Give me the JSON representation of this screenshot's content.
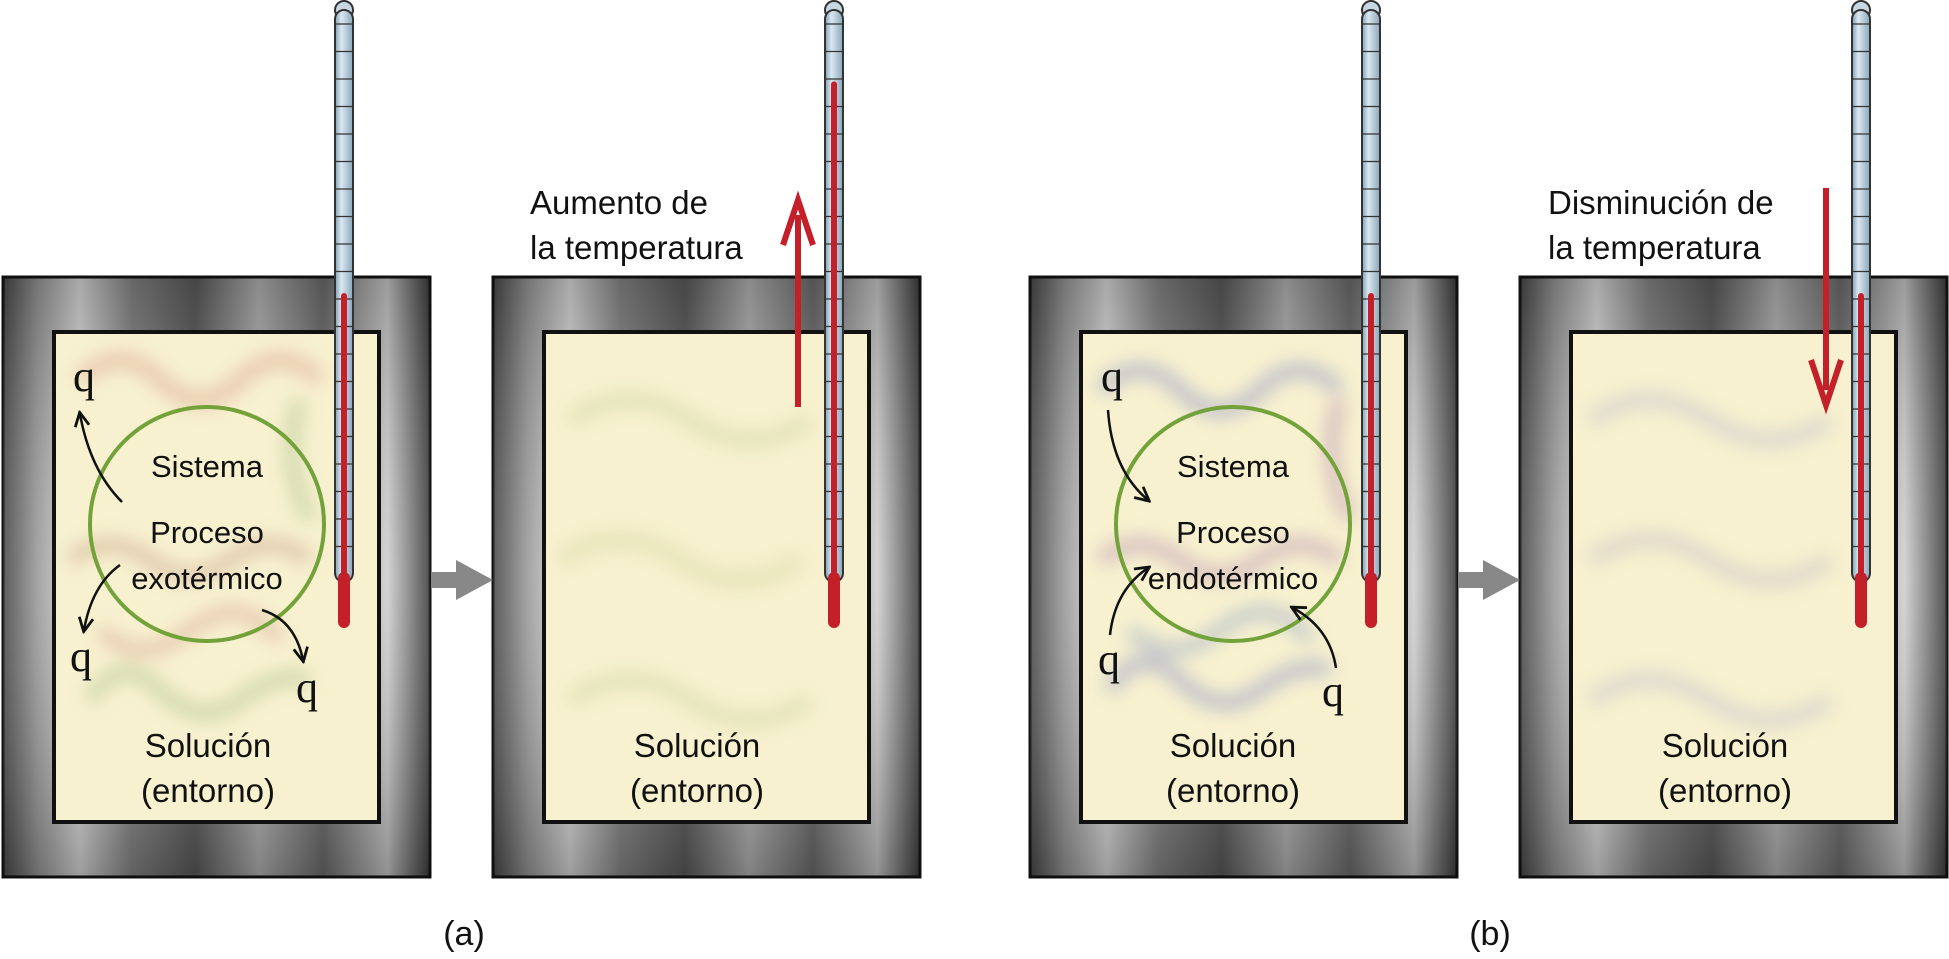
{
  "panels": [
    {
      "system_label": "Sistema",
      "process_label_1": "Proceso",
      "process_label_2": "exotérmico",
      "solution_label_1": "Solución",
      "solution_label_2": "(entorno)",
      "heat_symbol": "q"
    },
    {
      "annotation_line_1": "Aumento de",
      "annotation_line_2": "la temperatura",
      "solution_label_1": "Solución",
      "solution_label_2": "(entorno)"
    },
    {
      "system_label": "Sistema",
      "process_label_1": "Proceso",
      "process_label_2": "endotérmico",
      "solution_label_1": "Solución",
      "solution_label_2": "(entorno)",
      "heat_symbol": "q"
    },
    {
      "annotation_line_1": "Disminución de",
      "annotation_line_2": "la temperatura",
      "solution_label_1": "Solución",
      "solution_label_2": "(entorno)"
    }
  ],
  "captions": [
    "(a)",
    "(b)"
  ],
  "colors": {
    "frame_dark": "#3a3a3a",
    "frame_light": "#d8d8d8",
    "solution": "#f7f1cf",
    "circle": "#74a23a",
    "mercury": "#c4202a",
    "thermometer_glass": "#b9d0de",
    "transition_arrow": "#888888"
  },
  "thermometer_levels": {
    "before": 0.5,
    "after_increase": 0.87,
    "after_decrease": 0.5
  }
}
